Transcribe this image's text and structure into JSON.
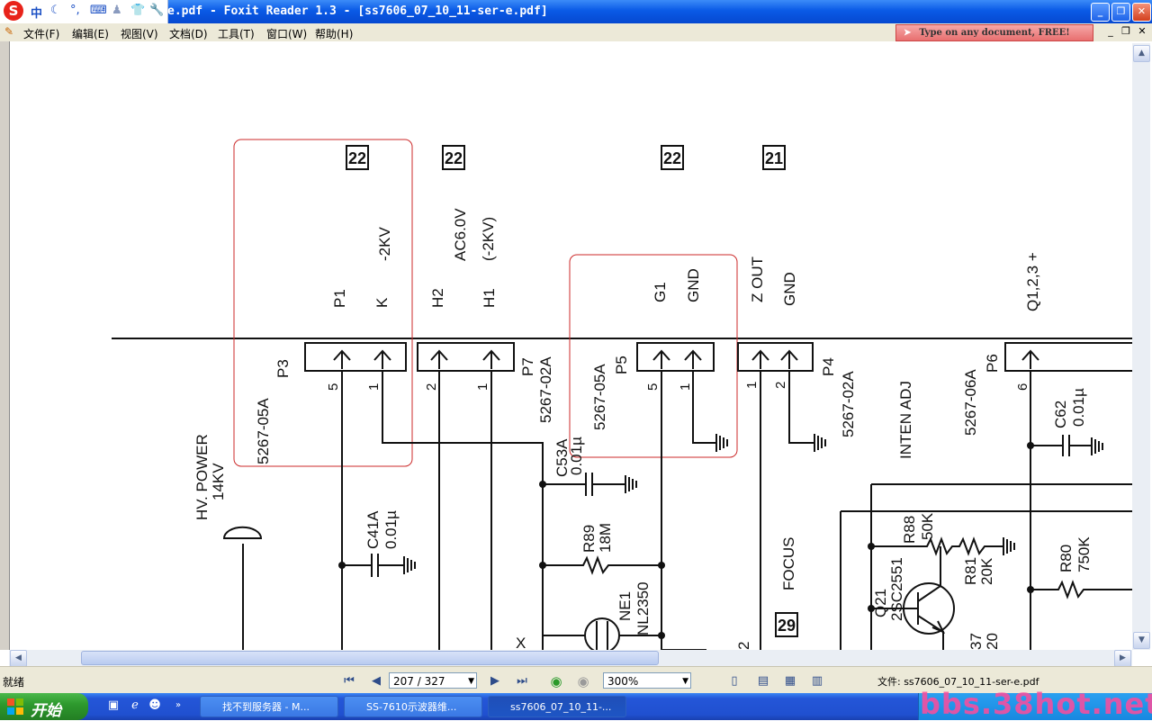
{
  "window": {
    "title": "e.pdf - Foxit Reader 1.3 - [ss7606_07_10_11-ser-e.pdf]",
    "minimize": "_",
    "maximize": "❐",
    "close": "✕"
  },
  "ime": {
    "chinese": "中",
    "logo": "S"
  },
  "menu": {
    "items": [
      "文件(F)",
      "编辑(E)",
      "视图(V)",
      "文档(D)",
      "工具(T)",
      "窗口(W)",
      "帮助(H)"
    ],
    "ad": "Type on any document, FREE!",
    "mdi_min": "_",
    "mdi_restore": "❐",
    "mdi_close": "✕"
  },
  "status": {
    "ready": "就绪",
    "page": "207 / 327",
    "zoom": "300%",
    "file": "文件: ss7606_07_10_11-ser-e.pdf"
  },
  "taskbar": {
    "start": "开始",
    "items": [
      "找不到服务器 - M...",
      "SS-7610示波器维...",
      "ss7606_07_10_11-..."
    ],
    "watermark": "bbs.38hot.net"
  },
  "schematic": {
    "tags": [
      "22",
      "22",
      "22",
      "21",
      "29"
    ],
    "signals": [
      "P1",
      "K",
      "-2KV",
      "H2",
      "AC6.0V",
      "H1",
      "(-2KV)",
      "G1",
      "GND",
      "Z OUT",
      "GND",
      "Q1,2,3 +"
    ],
    "connectors": [
      "5267-05A",
      "P3",
      "P7",
      "5267-02A",
      "5267-05A",
      "P5",
      "P4",
      "5267-02A",
      "5267-06A",
      "P6"
    ],
    "pins": [
      "5",
      "1",
      "2",
      "1",
      "5",
      "1",
      "1",
      "2",
      "6"
    ],
    "labels": [
      "HV. POWER",
      "14KV",
      "C41A",
      "0.01µ",
      "C53A",
      "0.01µ",
      "R89",
      "18M",
      "NE1",
      "NL2350",
      "FOCUS",
      "INTEN ADJ",
      "C62",
      "0.01µ",
      "R88",
      "50K",
      "R81",
      "20K",
      "Q21",
      "2SC2551",
      "R80",
      "750K",
      "37",
      "20",
      "2",
      "X"
    ]
  }
}
